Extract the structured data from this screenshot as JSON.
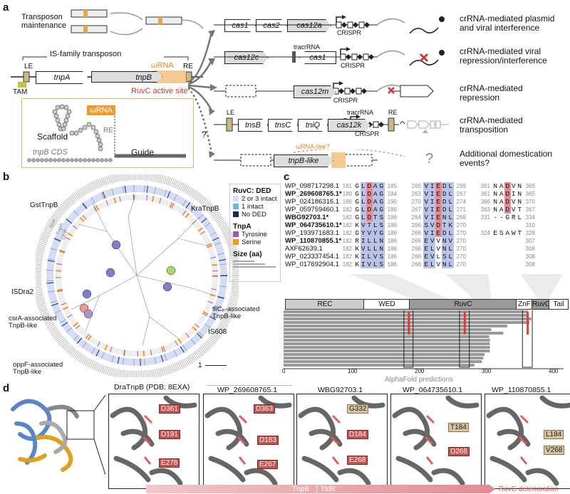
{
  "panels": {
    "a": "a",
    "b": "b",
    "c": "c",
    "d": "d"
  },
  "a": {
    "transposon_maintenance": "Transposon\nmaintenance",
    "is_family": "IS-family transposon",
    "le": "LE",
    "re": "RE",
    "tam": "TAM",
    "tnpA": "tnpA",
    "tnpB": "tnpB",
    "omega_rna": "ωRNA",
    "ruvc_active_site": "RuvC active site",
    "inset_omega": "ωRNA",
    "inset_re": "RE",
    "scaffold": "Scaffold",
    "tnpb_cds": "tnpB CDS",
    "guide": "Guide",
    "question": "?",
    "rows": [
      {
        "genes": [
          "cas1",
          "cas2",
          "cas12a"
        ],
        "crispr": "CRISPR",
        "tracr": "",
        "outcome": "crRNA-mediated plasmid\nand viral interference"
      },
      {
        "genes": [
          "cas12c",
          "cas1"
        ],
        "crispr": "CRISPR",
        "tracr": "tracrRNA",
        "outcome": "crRNA-mediated viral\nrepression/interference"
      },
      {
        "genes": [
          "cas12m"
        ],
        "crispr": "CRISPR",
        "tracr": "",
        "outcome": "crRNA-mediated\nrepression"
      },
      {
        "genes": [
          "tnsB",
          "tnsC",
          "tniQ",
          "cas12k"
        ],
        "crispr": "CRISPR",
        "tracr": "tracrRNA",
        "le": "LE",
        "re": "RE",
        "outcome": "crRNA-mediated\ntransposition"
      },
      {
        "genes": [
          "tnpB-like"
        ],
        "crispr": "",
        "tracr": "",
        "omega_like": "ωRNA-like?",
        "outcome": "Additional domestication\nevents?",
        "q": "?"
      }
    ]
  },
  "b": {
    "labels": {
      "kra": "KraTnpB",
      "gst": "GstTnpB",
      "isdra2": "ISDra2",
      "fli": "fliCₚ-associated\nTnpB-like",
      "is608": "IS608",
      "csra": "csrA-associated\nTnpB-like",
      "oppf": "oppF-associated\nTnpB-like",
      "size": "Size",
      "tnpa": "TnpA",
      "ded": "DED",
      "scale": "1"
    },
    "legend": {
      "ruvc_title": "RuvC: DED",
      "ruvc_items": [
        {
          "label": "2 or 3 intact",
          "color": "#d8dcf0"
        },
        {
          "label": "1 intact",
          "color": "#6fb3e0"
        },
        {
          "label": "No DED",
          "color": "#1e2556"
        }
      ],
      "tnpa_title": "TnpA",
      "tnpa_items": [
        {
          "label": "Tyrosine",
          "color": "#9b59b6"
        },
        {
          "label": "Serine",
          "color": "#f39c12"
        }
      ],
      "size_title": "Size (aa)"
    }
  },
  "c": {
    "rows": [
      {
        "id": "WP_098717298.1",
        "bold": false,
        "n1": "181",
        "s1": "GLDAG",
        "n2": "185",
        "n3": "265",
        "s2": "VIEDL",
        "n4": "269",
        "n5": "361",
        "s3": "NADVN",
        "n6": "365"
      },
      {
        "id": "WP_269608765.1*",
        "bold": true,
        "n1": "180",
        "s1": "GLDAG",
        "n2": "184",
        "n3": "263",
        "s2": "VIEDL",
        "n4": "267",
        "n5": "361",
        "s3": "NADIN",
        "n6": "365"
      },
      {
        "id": "WP_024186316.1",
        "bold": false,
        "n1": "186",
        "s1": "GLDAG",
        "n2": "190",
        "n3": "270",
        "s2": "VIEDL",
        "n4": "274",
        "n5": "366",
        "s3": "NADVN",
        "n6": "370"
      },
      {
        "id": "WP_059759460.1",
        "bold": false,
        "n1": "182",
        "s1": "GLDAG",
        "n2": "186",
        "n3": "267",
        "s2": "VIEDL",
        "n4": "271",
        "n5": "363",
        "s3": "NADVT",
        "n6": "367"
      },
      {
        "id": "WBG92703.1*",
        "bold": true,
        "n1": "182",
        "s1": "GLDTS",
        "n2": "186",
        "n3": "264",
        "s2": "VIENL",
        "n4": "268",
        "n5": "331",
        "s3": "--GRL",
        "n6": "334"
      },
      {
        "id": "WP_064735610.1*",
        "bold": true,
        "n1": "182",
        "s1": "KVTLS",
        "n2": "186",
        "n3": "266",
        "s2": "SVDTK",
        "n4": "270",
        "n5": "",
        "s3": "",
        "n6": "310"
      },
      {
        "id": "WP_193971683.1",
        "bold": false,
        "n1": "182",
        "s1": "GYVYG",
        "n2": "186",
        "n3": "266",
        "s2": "VIEDL",
        "n4": "270",
        "n5": "324",
        "s3": "ESAWT",
        "n6": "328"
      },
      {
        "id": "WP_110870855.1*",
        "bold": true,
        "n1": "182",
        "s1": "RILLN",
        "n2": "186",
        "n3": "266",
        "s2": "EVVNV",
        "n4": "270",
        "n5": "",
        "s3": "",
        "n6": "307"
      },
      {
        "id": "AXF62639.1",
        "bold": false,
        "n1": "182",
        "s1": "KVLLN",
        "n2": "186",
        "n3": "266",
        "s2": "ELVNL",
        "n4": "270",
        "n5": "",
        "s3": "",
        "n6": "308"
      },
      {
        "id": "WP_023337454.1",
        "bold": false,
        "n1": "182",
        "s1": "KILVS",
        "n2": "186",
        "n3": "266",
        "s2": "EVLSL",
        "n4": "270",
        "n5": "",
        "s3": "",
        "n6": "308"
      },
      {
        "id": "WP_017692904.1",
        "bold": false,
        "n1": "182",
        "s1": "KIVLS",
        "n2": "186",
        "n3": "266",
        "s2": "ELVNL",
        "n4": "270",
        "n5": "",
        "s3": "",
        "n6": "308"
      }
    ],
    "domains": [
      "REC",
      "WED",
      "RuvC",
      "ZnF",
      "RuvC",
      "Tail"
    ],
    "ticks": [
      "0",
      "100",
      "200",
      "300",
      "400"
    ],
    "xlabel": "AlphaFold predictions",
    "bar_lengths": [
      365,
      365,
      370,
      367,
      334,
      310,
      328,
      307,
      308,
      308,
      308,
      308,
      300,
      298,
      296,
      285
    ]
  },
  "d": {
    "titles": [
      "DraTnpB (PDB: 8EXA)",
      "WP_269608765.1",
      "WBG92703.1",
      "WP_064735610.1",
      "WP_110870855.1"
    ],
    "labels": [
      [
        {
          "t": "D361",
          "c": "red"
        },
        {
          "t": "D191",
          "c": "red"
        },
        {
          "t": "E278",
          "c": "red"
        }
      ],
      [
        {
          "t": "D363",
          "c": "red"
        },
        {
          "t": "D183",
          "c": "red"
        },
        {
          "t": "E267",
          "c": "red"
        }
      ],
      [
        {
          "t": "G332",
          "c": "tan"
        },
        {
          "t": "D184",
          "c": "red"
        },
        {
          "t": "E268",
          "c": "red"
        }
      ],
      [
        {
          "t": "T184",
          "c": "tan"
        },
        {
          "t": "D268",
          "c": "red"
        }
      ],
      [
        {
          "t": "L184",
          "c": "tan"
        },
        {
          "t": "V268",
          "c": "tan"
        }
      ]
    ],
    "arrow_left": "TnpB",
    "arrow_mid": "TldR",
    "arrow_right": "RuvC deterioration"
  }
}
